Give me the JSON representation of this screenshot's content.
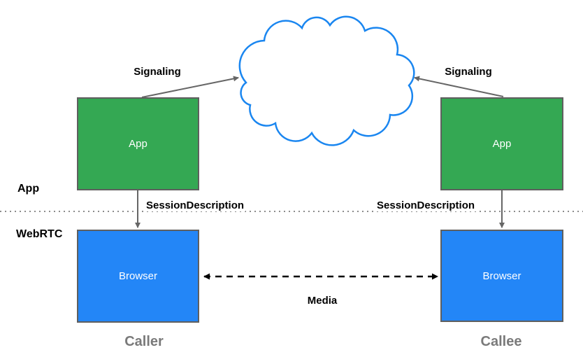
{
  "diagram": {
    "nodes": {
      "caller_app": {
        "label": "App"
      },
      "callee_app": {
        "label": "App"
      },
      "caller_browser": {
        "label": "Browser"
      },
      "callee_browser": {
        "label": "Browser"
      }
    },
    "edges": {
      "caller_signaling": {
        "label": "Signaling"
      },
      "callee_signaling": {
        "label": "Signaling"
      },
      "caller_session_description": {
        "label": "SessionDescription"
      },
      "callee_session_description": {
        "label": "SessionDescription"
      },
      "media": {
        "label": "Media"
      }
    },
    "layers": {
      "app": "App",
      "webrtc": "WebRTC"
    },
    "roles": {
      "caller": "Caller",
      "callee": "Callee"
    },
    "colors": {
      "app_box": "#34A853",
      "browser_box": "#2386F7",
      "cloud_stroke": "#1A86F0",
      "arrow": "#666666",
      "media_arrow": "#000000",
      "box_border": "#5F5F5F",
      "divider": "#8C8C8C",
      "role_text": "#7A7A7A"
    }
  }
}
